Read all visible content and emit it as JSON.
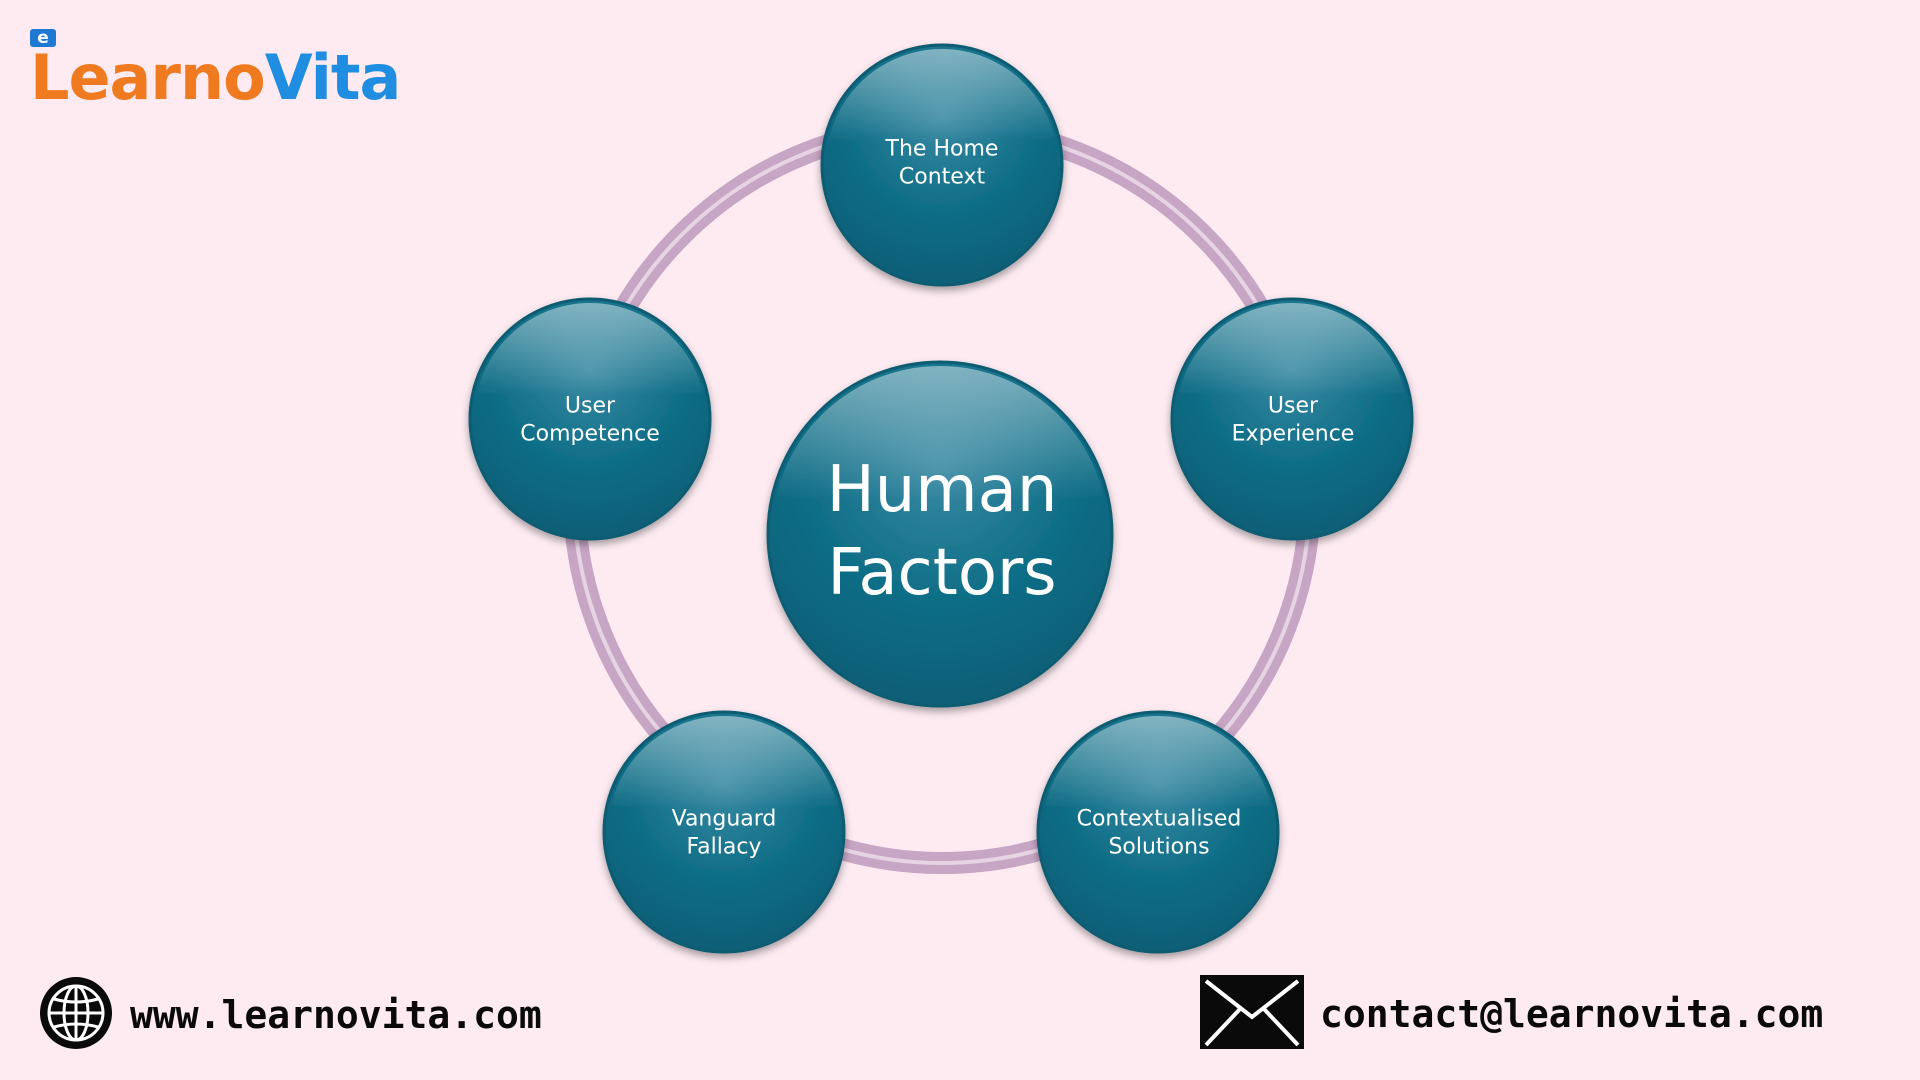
{
  "brand": {
    "badge": "e",
    "name_part1": "Learno",
    "name_part2": "Vita",
    "color_part1": "#f07a1f",
    "color_part2": "#1f8ee0"
  },
  "diagram": {
    "center": "Human\nFactors",
    "nodes": [
      {
        "label": "The Home\nContext"
      },
      {
        "label": "User\nExperience"
      },
      {
        "label": "Contextualised\nSolutions"
      },
      {
        "label": "Vanguard\nFallacy"
      },
      {
        "label": "User\nCompetence"
      }
    ],
    "node_color": "#0e6d86",
    "ring_color": "#c7a5c4"
  },
  "footer": {
    "website": "www.learnovita.com",
    "email": "contact@learnovita.com",
    "website_icon": "globe-icon",
    "email_icon": "envelope-icon"
  }
}
